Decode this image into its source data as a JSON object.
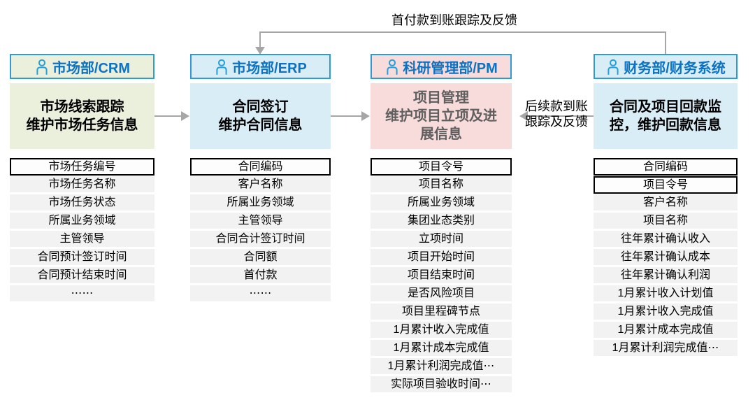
{
  "colors": {
    "header_border": "#2e9ad8",
    "header_text": "#0b72c5",
    "icon": "#25a0dd",
    "arrow": "#a6a6a6",
    "field_bg": "#f2f2f2",
    "field_bordered_bg": "#fdfdfd",
    "field_border": "#000000"
  },
  "feedback_top": {
    "label": "首付款到账跟踪及反馈"
  },
  "feedback_side": {
    "label": "后续款到账\n跟踪及反馈"
  },
  "columns": [
    {
      "id": "market-crm",
      "header": {
        "label": "市场部/CRM",
        "icon": "person-icon",
        "bg": "#eaf0dc"
      },
      "main": {
        "text": "市场线索跟踪\n维护市场任务信息",
        "bg": "#eaf0dc",
        "text_color": "#000000"
      },
      "fields": [
        {
          "label": "市场任务编号",
          "bordered": true
        },
        {
          "label": "市场任务名称",
          "bordered": false
        },
        {
          "label": "市场任务状态",
          "bordered": false
        },
        {
          "label": "所属业务领域",
          "bordered": false
        },
        {
          "label": "主管领导",
          "bordered": false
        },
        {
          "label": "合同预计签订时间",
          "bordered": false
        },
        {
          "label": "合同预计结束时间",
          "bordered": false
        },
        {
          "label": "⋯⋯",
          "bordered": false
        }
      ]
    },
    {
      "id": "market-erp",
      "header": {
        "label": "市场部/ERP",
        "icon": "person-icon",
        "bg": "#d9edf6"
      },
      "main": {
        "text": "合同签订\n维护合同信息",
        "bg": "#d9edf6",
        "text_color": "#000000"
      },
      "fields": [
        {
          "label": "合同编码",
          "bordered": true
        },
        {
          "label": "客户名称",
          "bordered": false
        },
        {
          "label": "所属业务领域",
          "bordered": false
        },
        {
          "label": "主管领导",
          "bordered": false
        },
        {
          "label": "合同合计签订时间",
          "bordered": false
        },
        {
          "label": "合同额",
          "bordered": false
        },
        {
          "label": "首付款",
          "bordered": false
        },
        {
          "label": "⋯⋯",
          "bordered": false
        }
      ]
    },
    {
      "id": "research-pm",
      "header": {
        "label": "科研管理部/PM",
        "icon": "person-icon",
        "bg": "#f8dcdc"
      },
      "main": {
        "text": "项目管理\n维护项目立项及进\n展信息",
        "bg": "#f8dcdc",
        "text_color": "#5f5f5f"
      },
      "fields": [
        {
          "label": "项目令号",
          "bordered": true
        },
        {
          "label": "项目名称",
          "bordered": false
        },
        {
          "label": "所属业务领域",
          "bordered": false
        },
        {
          "label": "集团业态类别",
          "bordered": false
        },
        {
          "label": "立项时间",
          "bordered": false
        },
        {
          "label": "项目开始时间",
          "bordered": false
        },
        {
          "label": "项目结束时间",
          "bordered": false
        },
        {
          "label": "是否风险项目",
          "bordered": false
        },
        {
          "label": "项目里程碑节点",
          "bordered": false
        },
        {
          "label": "1月累计收入完成值",
          "bordered": false
        },
        {
          "label": "1月累计成本完成值",
          "bordered": false
        },
        {
          "label": "1月累计利润完成值⋯",
          "bordered": false
        },
        {
          "label": "实际项目验收时间⋯",
          "bordered": false
        }
      ]
    },
    {
      "id": "finance-system",
      "header": {
        "label": "财务部/财务系统",
        "icon": "person-icon",
        "bg": "#d9edf6"
      },
      "main": {
        "text": "合同及项目回款监\n控，维护回款信息",
        "bg": "#d9edf6",
        "text_color": "#000000"
      },
      "fields": [
        {
          "label": "合同编码",
          "bordered": true
        },
        {
          "label": "项目令号",
          "bordered": true
        },
        {
          "label": "客户名称",
          "bordered": false
        },
        {
          "label": "项目名称",
          "bordered": false
        },
        {
          "label": "往年累计确认收入",
          "bordered": false
        },
        {
          "label": "往年累计确认成本",
          "bordered": false
        },
        {
          "label": "往年累计确认利润",
          "bordered": false
        },
        {
          "label": "1月累计收入计划值",
          "bordered": false
        },
        {
          "label": "1月累计收入完成值",
          "bordered": false
        },
        {
          "label": "1月累计成本完成值",
          "bordered": false
        },
        {
          "label": "1月累计利润完成值⋯",
          "bordered": false
        }
      ]
    }
  ]
}
